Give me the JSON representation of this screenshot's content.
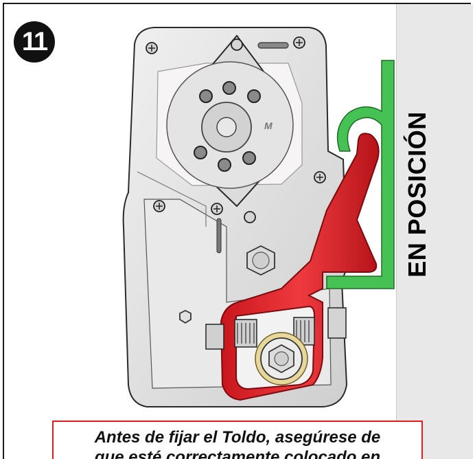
{
  "step": {
    "number": "11"
  },
  "side_label": "EN POSICIÓN",
  "caption": {
    "line1": "Antes de fijar el Toldo, asegúrese de",
    "line2": "que esté correctamente colocado en"
  },
  "colors": {
    "clip": "#e3262b",
    "rail": "#46c153",
    "bracket": "#dedede",
    "side_panel": "#e8e8e8",
    "caption_border": "#e11a1a"
  },
  "icons": {
    "step_badge": "black-circle-number",
    "bracket": "motor-mounting-bracket",
    "clip": "red-locking-clip",
    "rail": "green-mounting-rail"
  }
}
